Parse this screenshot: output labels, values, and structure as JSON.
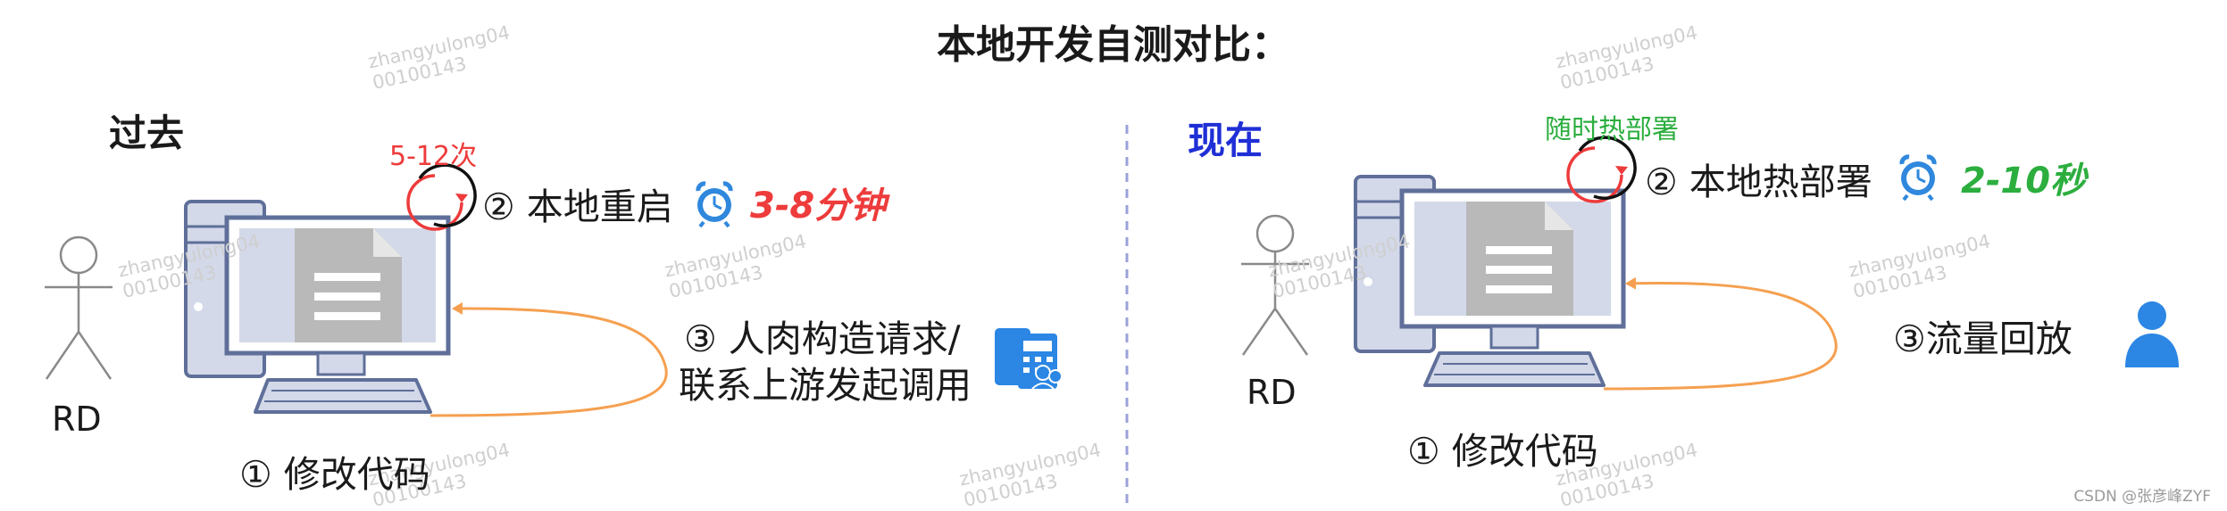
{
  "title": "本地开发自测对比：",
  "colors": {
    "monitor_fill": "#d3d9e9",
    "monitor_stroke": "#5f6f99",
    "arrow": "#f5a050",
    "past_count": "#ee3b3b",
    "past_duration": "#ee3b3b",
    "now_section": "#1f2fd6",
    "now_hot": "#2cae3f",
    "now_duration": "#2cae3f",
    "user_icon": "#2b86e4",
    "clock_icon": "#2f88dd",
    "divider": "#9aa3da"
  },
  "past": {
    "heading": "过去",
    "actor": "RD",
    "step1": "① 修改代码",
    "step2": "② 本地重启",
    "duration": "3-8分钟",
    "count": "5-12次",
    "step3_line1": "③ 人肉构造请求/",
    "step3_line2": "联系上游发起调用"
  },
  "now": {
    "heading": "现在",
    "actor": "RD",
    "step1": "① 修改代码",
    "step2": "② 本地热部署",
    "duration": "2-10秒",
    "hot": "随时热部署",
    "step3": "③流量回放"
  },
  "watermarks": {
    "user": "zhangyulong04",
    "id": "00100143"
  },
  "footer": "CSDN @张彦峰ZYF"
}
